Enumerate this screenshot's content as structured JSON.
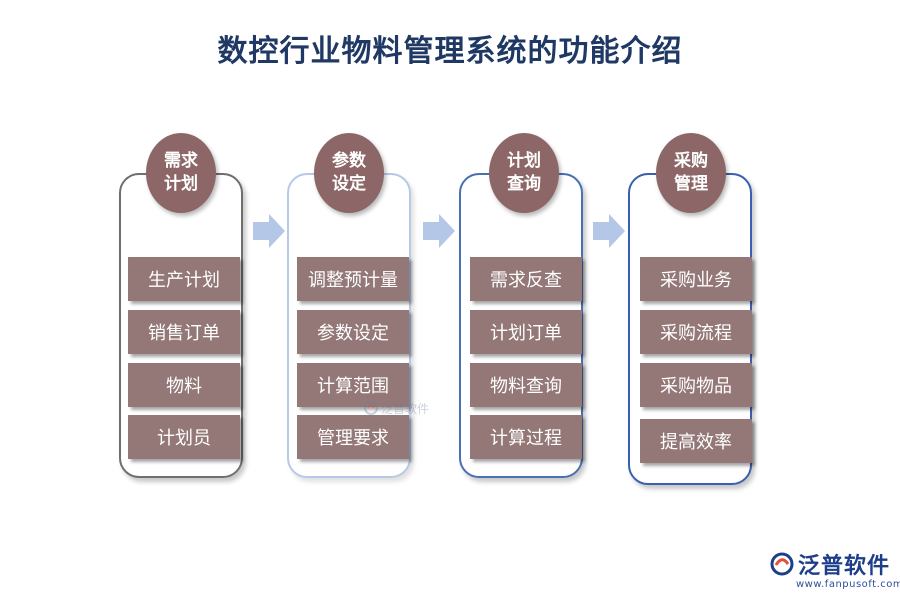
{
  "title": "数控行业物料管理系统的功能介绍",
  "stages": [
    {
      "header": [
        "需求",
        "计划"
      ],
      "items": [
        "生产计划",
        "销售订单",
        "物料",
        "计划员"
      ]
    },
    {
      "header": [
        "参数",
        "设定"
      ],
      "items": [
        "调整预计量",
        "参数设定",
        "计算范围",
        "管理要求"
      ]
    },
    {
      "header": [
        "计划",
        "查询"
      ],
      "items": [
        "需求反查",
        "计划订单",
        "物料查询",
        "计算过程"
      ]
    },
    {
      "header": [
        "采购",
        "管理"
      ],
      "items": [
        "采购业务",
        "采购流程",
        "采购物品",
        "提高效率"
      ]
    }
  ],
  "colors": {
    "header_fill": "#8d6767",
    "item_fill": "#947777",
    "arrow_fill": "#b4c7e7",
    "title": "#1f3864"
  },
  "watermark": {
    "text": "泛普软件",
    "icon": "fanpu-logo-icon"
  },
  "logo": {
    "name": "泛普软件",
    "url": "www.fanpusoft.com",
    "icon": "fanpu-logo-icon"
  }
}
